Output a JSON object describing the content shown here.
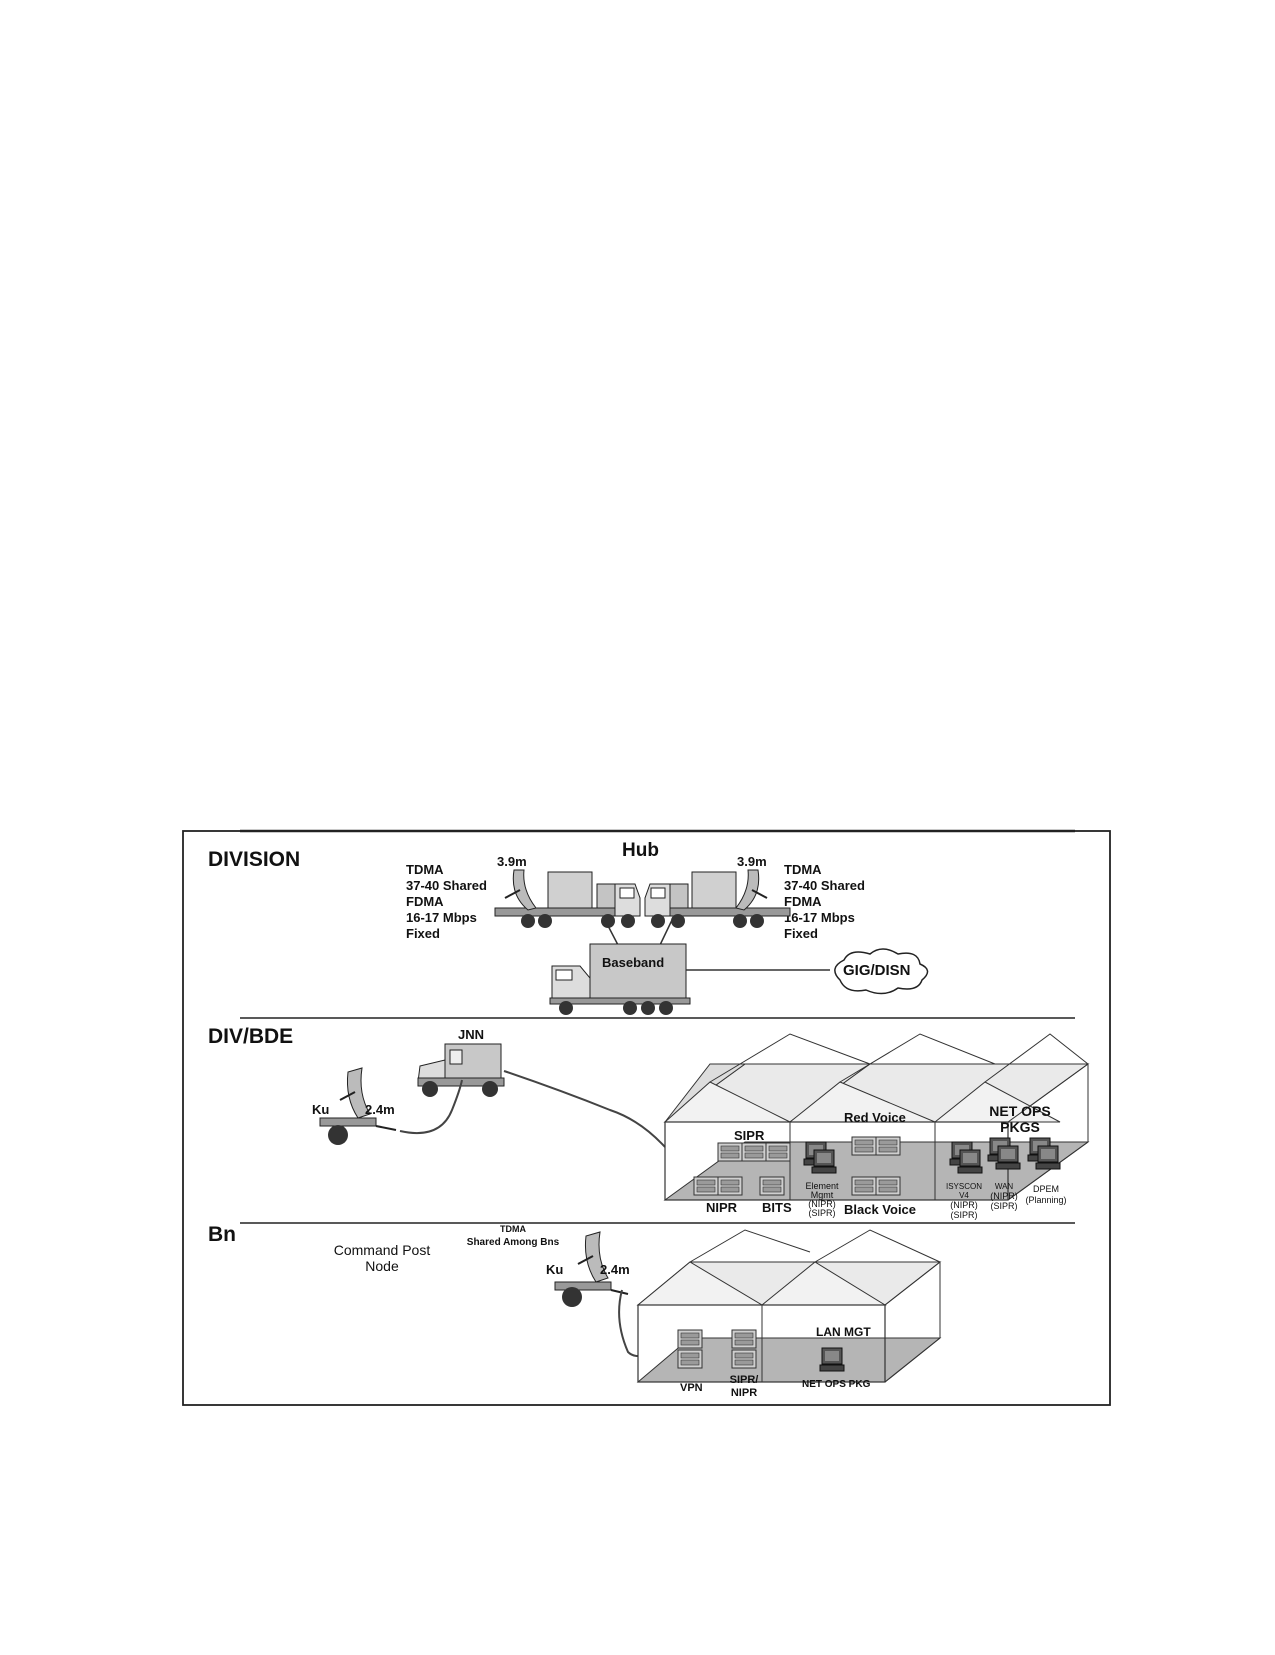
{
  "sections": {
    "division": "DIVISION",
    "divbde": "DIV/BDE",
    "bn": "Bn"
  },
  "hub": {
    "title": "Hub",
    "left_dish": "3.9m",
    "right_dish": "3.9m",
    "left_lines": [
      "TDMA",
      "37-40 Shared",
      "FDMA",
      "16-17 Mbps",
      "Fixed"
    ],
    "right_lines": [
      "TDMA",
      "37-40 Shared",
      "FDMA",
      "16-17 Mbps",
      "Fixed"
    ],
    "baseband": "Baseband",
    "cloud": "GIG/DISN"
  },
  "divbde": {
    "jnn": "JNN",
    "band": "Ku",
    "dish": "2.4m",
    "tent1": {
      "sipr": "SIPR",
      "nipr": "NIPR",
      "bits": "BITS"
    },
    "tent2": {
      "red_voice": "Red Voice",
      "element_mgmt": [
        "Element",
        "Mgmt",
        "(NIPR)",
        "(SIPR)"
      ],
      "black_voice": "Black Voice"
    },
    "tent3": {
      "title_lines": [
        "NET OPS",
        "PKGS"
      ],
      "isyscon": [
        "ISYSCON",
        "V4",
        "(NIPR)",
        "(SIPR)"
      ],
      "wan": [
        "WAN",
        "(NIPR)",
        "(SIPR)"
      ],
      "dpem": [
        "DPEM",
        "(Planning)"
      ]
    }
  },
  "bn": {
    "cpn_lines": [
      "Command Post",
      "Node"
    ],
    "tdma_lines": [
      "TDMA",
      "Shared Among Bns"
    ],
    "band": "Ku",
    "dish": "2.4m",
    "tent_left": {
      "vpn": "VPN",
      "sipr_nipr": [
        "SIPR/",
        "NIPR"
      ]
    },
    "tent_right": {
      "lan_mgt": "LAN MGT",
      "net_ops_pkg": "NET OPS PKG"
    }
  }
}
